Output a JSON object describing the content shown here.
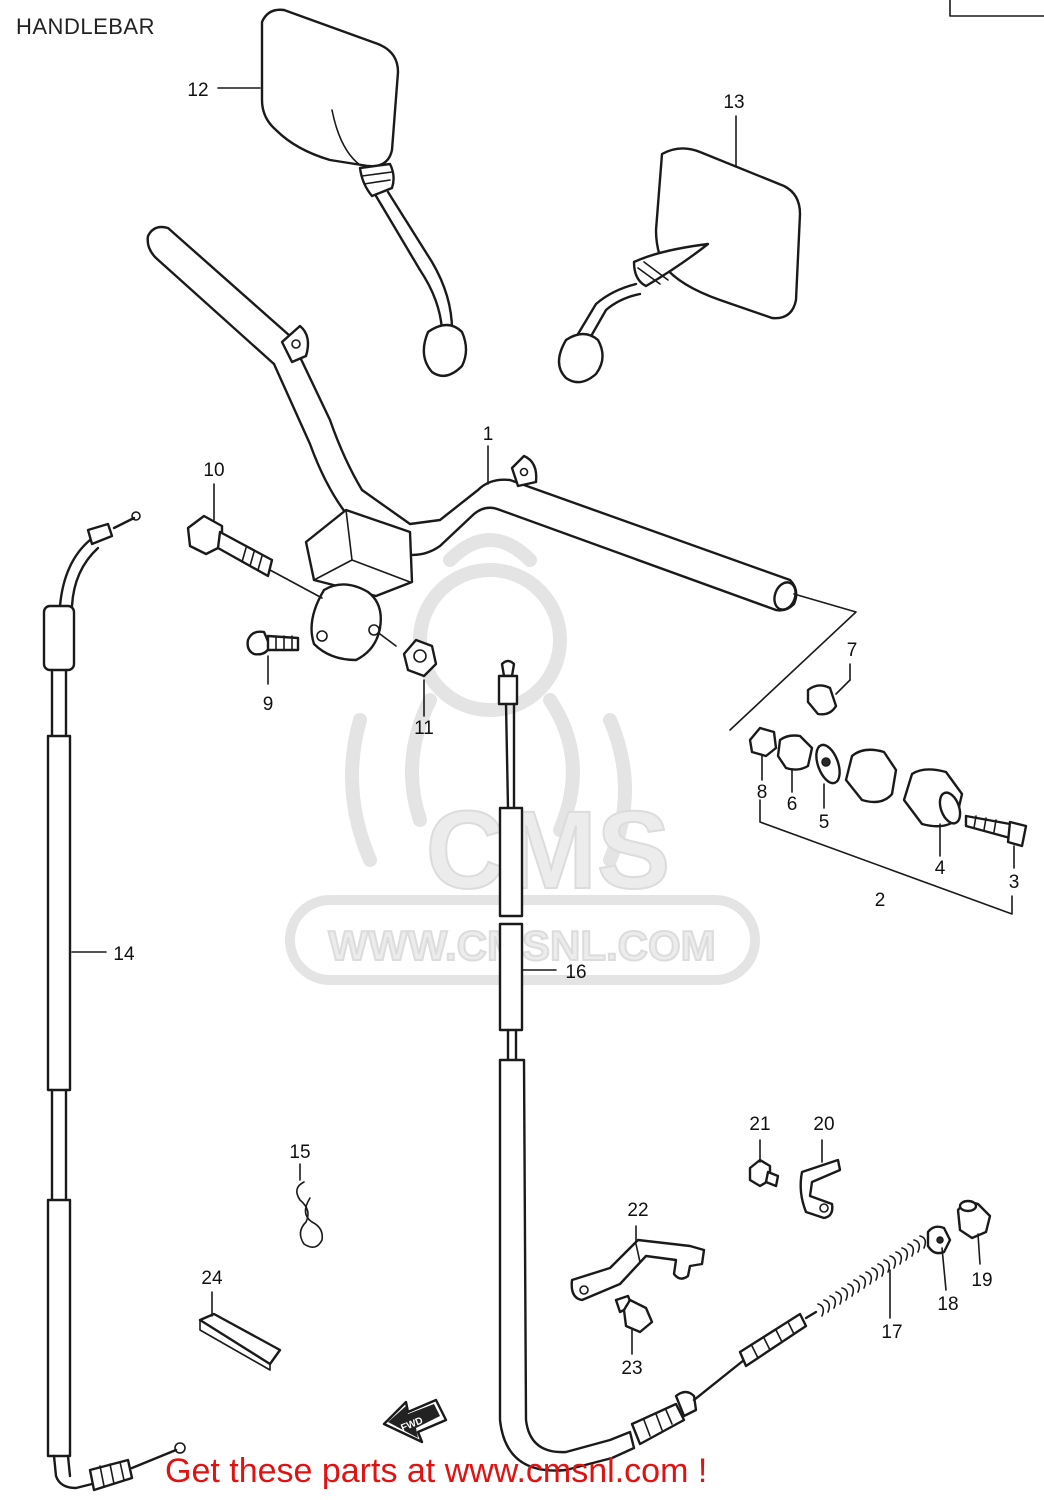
{
  "header": {
    "title": "HANDLEBAR"
  },
  "watermark": {
    "logo": "CMS",
    "url": "WWW.CMSNL.COM"
  },
  "fwd_arrow": {
    "label": "FWD"
  },
  "footer": {
    "promo": "Get these parts at www.cmsnl.com !"
  },
  "parts": [
    {
      "ref": "1"
    },
    {
      "ref": "2"
    },
    {
      "ref": "3"
    },
    {
      "ref": "4"
    },
    {
      "ref": "5"
    },
    {
      "ref": "6"
    },
    {
      "ref": "7"
    },
    {
      "ref": "8"
    },
    {
      "ref": "9"
    },
    {
      "ref": "10"
    },
    {
      "ref": "11"
    },
    {
      "ref": "12"
    },
    {
      "ref": "13"
    },
    {
      "ref": "14"
    },
    {
      "ref": "15"
    },
    {
      "ref": "16"
    },
    {
      "ref": "17"
    },
    {
      "ref": "18"
    },
    {
      "ref": "19"
    },
    {
      "ref": "20"
    },
    {
      "ref": "21"
    },
    {
      "ref": "22"
    },
    {
      "ref": "23"
    },
    {
      "ref": "24"
    }
  ]
}
